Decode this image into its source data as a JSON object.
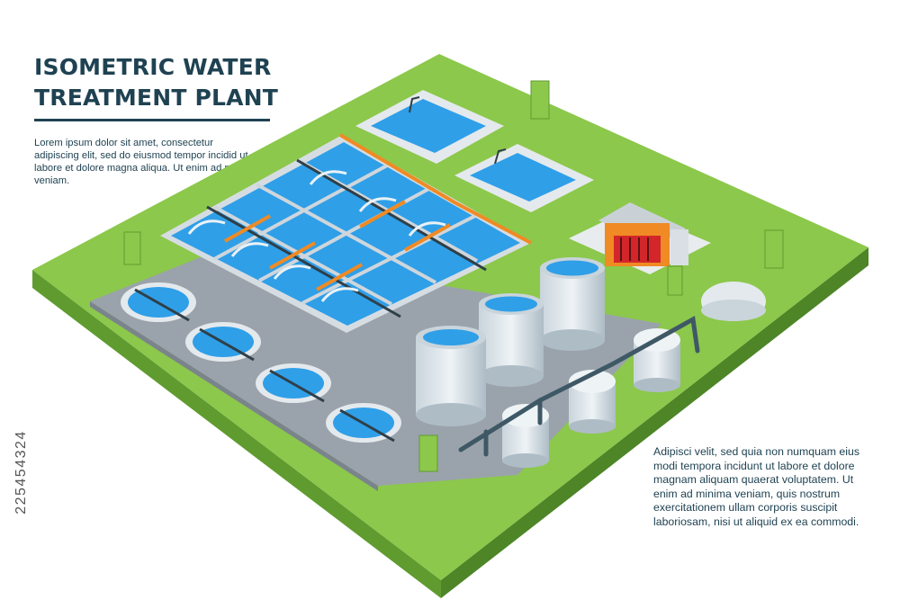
{
  "heading": {
    "line1": "ISOMETRIC WATER",
    "line2": "TREATMENT PLANT"
  },
  "intro_text": "Lorem ipsum dolor sit amet, consectetur adipiscing elit, sed do eiusmod tempor incidid ut labore et dolore magna aliqua. Ut enim ad minim veniam.",
  "body_text": "Adipisci velit, sed quia non numquam eius modi tempora incidunt ut labore et dolore magnam aliquam quaerat voluptatem. Ut enim ad minima veniam, quis nostrum exercitationem ullam corporis suscipit laboriosam, nisi ut aliquid ex ea commodi.",
  "stock_id": "225454324",
  "colors": {
    "grass": "#8cc84b",
    "grass_side": "#5f9b2f",
    "concrete": "#a6adb5",
    "water": "#2f9fe8",
    "pipe": "#3f5866",
    "title": "#1f4252"
  },
  "icons": [
    "tree-icon",
    "tank-icon",
    "clarifier-icon",
    "pump-house-icon",
    "dome-tank-icon"
  ]
}
